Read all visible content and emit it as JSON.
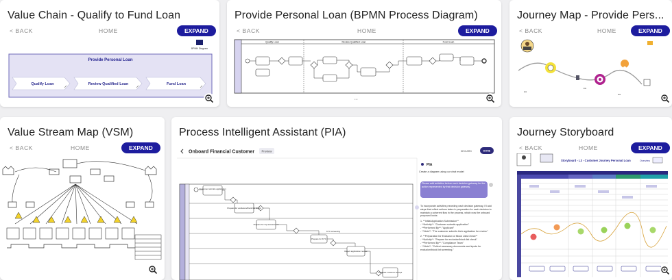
{
  "common": {
    "back_label": "< BACK",
    "home_label": "HOME",
    "expand_label": "EXPAND"
  },
  "cards": [
    {
      "title": "Value Chain - Qualify to Fund Loan",
      "header": "Provide Personal Loan",
      "icon_caption": "BPMN Diagram",
      "steps": [
        "Qualify Loan",
        "Review Qualified Loan",
        "Fund Loan"
      ]
    },
    {
      "title": "Provide Personal Loan (BPMN Process Diagram)",
      "lanes": [
        "Qualify Loan",
        "Review Qualified Loan",
        "Fund Loan"
      ]
    },
    {
      "title": "Journey Map - Provide Pers..."
    },
    {
      "title": "Value Stream Map (VSM)"
    },
    {
      "title": "Process Intelligent Assistant (PIA)",
      "pia": {
        "header": "Onboard Financial Customer",
        "preview": "Preview",
        "discard": "DISCARD",
        "done": "DONE",
        "panel_title": "PIA",
        "intro": "Create a diagram using our chat model",
        "user_msg": "Please add activities before each decision gateway for the action represented by that decision gateway.",
        "reply": "To incorporate activities preceding each decision gateway, I'll add steps that reflect actions taken in preparation for each decision to maintain a coherent flow in the process, which now the onboard proposed looks:",
        "items": [
          "1. **Initial Application Submission**",
          "- **Activity**: \"Customer submits application\"",
          "- **Performed By**: \"Applicant\"",
          "- **Note**: \"The customer submits their application for review.\"",
          "2. **Preparation for Exclusion or Block Lists Check**",
          "- **Activity**: \"Prepare for exclusion/block list check\"",
          "- **Performed By**: \"Compliance Team\"",
          "- **Note**: \"Collect necessary documents and inputs for exclusion/block list screening.\""
        ],
        "tasks": [
          "Customer submits application",
          "Prepare for exclusion/block list check",
          "Prepare for Op assessment",
          "Prepare for KYC",
          "KYC screening",
          "Reject application review",
          "Evaluate customer accept"
        ]
      }
    },
    {
      "title": "Journey Storyboard",
      "sb_title": "Storyboard - L3 - Customer Journey Personal Loan",
      "sb_overview": "Overview"
    }
  ]
}
